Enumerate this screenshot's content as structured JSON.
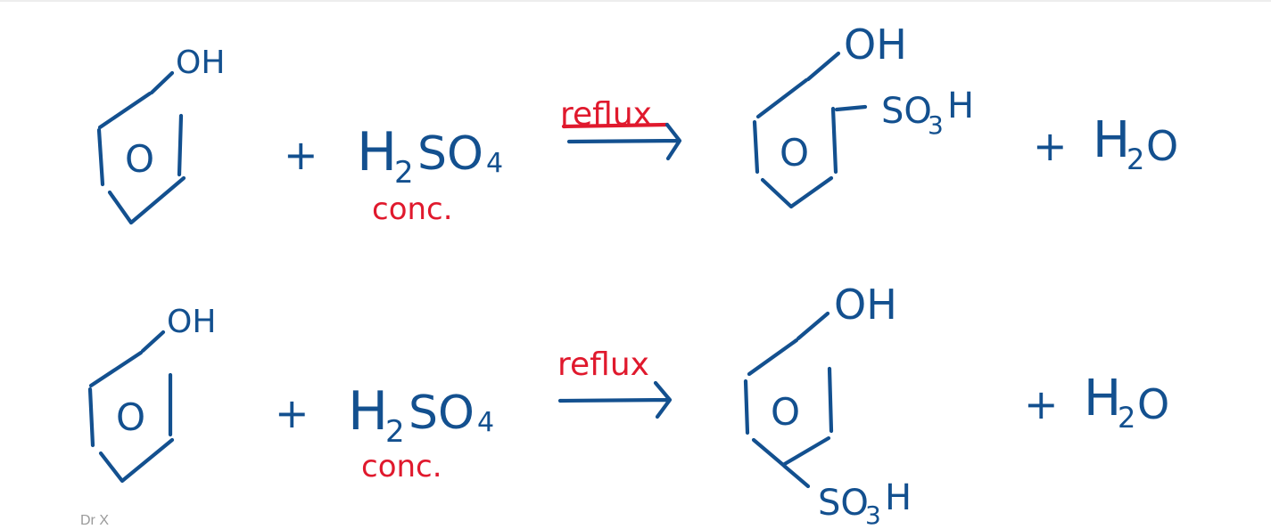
{
  "colors": {
    "ink_blue": "#13508f",
    "ink_red": "#e0192d",
    "footer_grey": "#9a9a9a"
  },
  "reactions": [
    {
      "reactant_oh": "OH",
      "ring_center": "O",
      "plus_1": "+",
      "acid": {
        "h": "H",
        "sub_2": "2",
        "so": "SO",
        "sub_4": "4"
      },
      "acid_note": "conc.",
      "condition": "reflux",
      "product_oh": "OH",
      "product_ring_center": "O",
      "product_group": {
        "so": "SO",
        "sub_3": "3",
        "h": "H"
      },
      "plus_2": "+",
      "water": {
        "h": "H",
        "sub_2": "2",
        "o": "O"
      }
    },
    {
      "reactant_oh": "OH",
      "ring_center": "O",
      "plus_1": "+",
      "acid": {
        "h": "H",
        "sub_2": "2",
        "so": "SO",
        "sub_4": "4"
      },
      "acid_note": "conc.",
      "condition": "reflux",
      "product_oh": "OH",
      "product_ring_center": "O",
      "product_group": {
        "so": "SO",
        "sub_3": "3",
        "h": "H"
      },
      "plus_2": "+",
      "water": {
        "h": "H",
        "sub_2": "2",
        "o": "O"
      }
    }
  ],
  "footer": {
    "author": "Dr X"
  }
}
